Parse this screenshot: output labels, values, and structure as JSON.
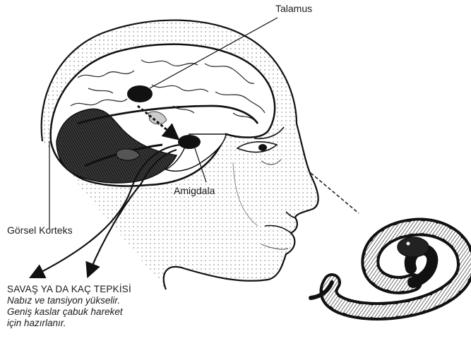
{
  "labels": {
    "thalamus": "Talamus",
    "amygdala": "Amigdala",
    "visual_cortex": "Görsel Korteks"
  },
  "caption": {
    "title": "SAVAŞ YA DA KAÇ TEPKİSİ",
    "lines": [
      "Nabız ve tansiyon yükselir.",
      "Geniş kaslar çabuk hareket",
      "için hazırlanır."
    ]
  },
  "icons": [
    "head-profile-icon",
    "brain-icon",
    "snake-icon"
  ],
  "colors": {
    "ink": "#111111",
    "paper": "#ffffff",
    "shade": "#2a2a2a"
  }
}
